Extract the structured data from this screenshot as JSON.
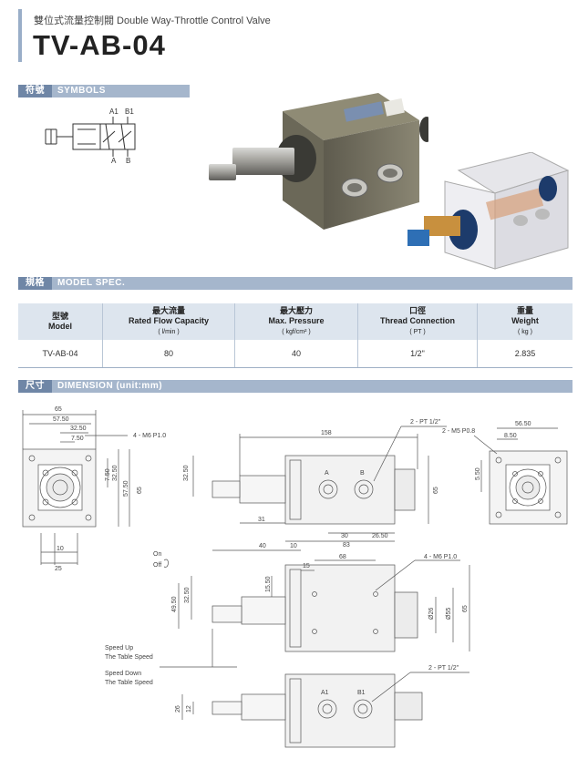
{
  "header": {
    "subtitle": "雙位式流量控制閥  Double Way-Throttle Control Valve",
    "title": "TV-AB-04"
  },
  "sections": {
    "symbols": {
      "cn": "符號",
      "en": "SYMBOLS"
    },
    "model_spec": {
      "cn": "規格",
      "en": "MODEL SPEC."
    },
    "dimension": {
      "cn": "尺寸",
      "en": "DIMENSION (unit:mm)"
    }
  },
  "symbol": {
    "a1": "A1",
    "b1": "B1",
    "a": "A",
    "b": "B"
  },
  "spec_table": {
    "headers": [
      {
        "cn": "型號",
        "en": "Model",
        "unit": ""
      },
      {
        "cn": "最大流量",
        "en": "Rated Flow Capacity",
        "unit": "( l/min )"
      },
      {
        "cn": "最大壓力",
        "en": "Max. Pressure",
        "unit": "( kgf/cm² )"
      },
      {
        "cn": "口徑",
        "en": "Thread Connection",
        "unit": "( PT )"
      },
      {
        "cn": "重量",
        "en": "Weight",
        "unit": "( kg )"
      }
    ],
    "row": [
      "TV-AB-04",
      "80",
      "40",
      "1/2\"",
      "2.835"
    ]
  },
  "dimensions": {
    "left_view": {
      "w65": "65",
      "w57_50": "57.50",
      "w32_50": "32.50",
      "w7_50": "7.50",
      "bolts": "4 - M6  P1.0",
      "v7_50": "7.50",
      "v32_50": "32.50",
      "v57_50": "57.50",
      "v65": "65",
      "b10": "10",
      "b25": "25"
    },
    "top_view": {
      "len158": "158",
      "pt": "2 - PT 1/2\"",
      "port_a": "A",
      "port_b": "B",
      "h32_50": "32.50",
      "h65": "65",
      "d31": "31",
      "d30": "30",
      "d26_50": "26.50",
      "d83": "83",
      "d40": "40",
      "d10": "10"
    },
    "right_view": {
      "m5": "2 - M5  P0.8",
      "w56_50": "56.50",
      "w8_50": "8.50",
      "v5_50": "5.50"
    },
    "side_view": {
      "on": "On",
      "off": "Off",
      "d68": "68",
      "d15": "15",
      "bolts": "4 - M6  P1.0",
      "h15_50": "15.50",
      "h32_50": "32.50",
      "h49_50": "49.50",
      "dia26": "Ø26",
      "dia55": "Ø55",
      "h65": "65",
      "speed_up": "Speed Up",
      "speed_up2": "The Table Speed",
      "speed_down": "Speed Down",
      "speed_down2": "The Table Speed"
    },
    "bottom_view": {
      "pt": "2 - PT 1/2\"",
      "port_a1": "A1",
      "port_b1": "B1",
      "h26": "26",
      "h12": "12"
    }
  }
}
